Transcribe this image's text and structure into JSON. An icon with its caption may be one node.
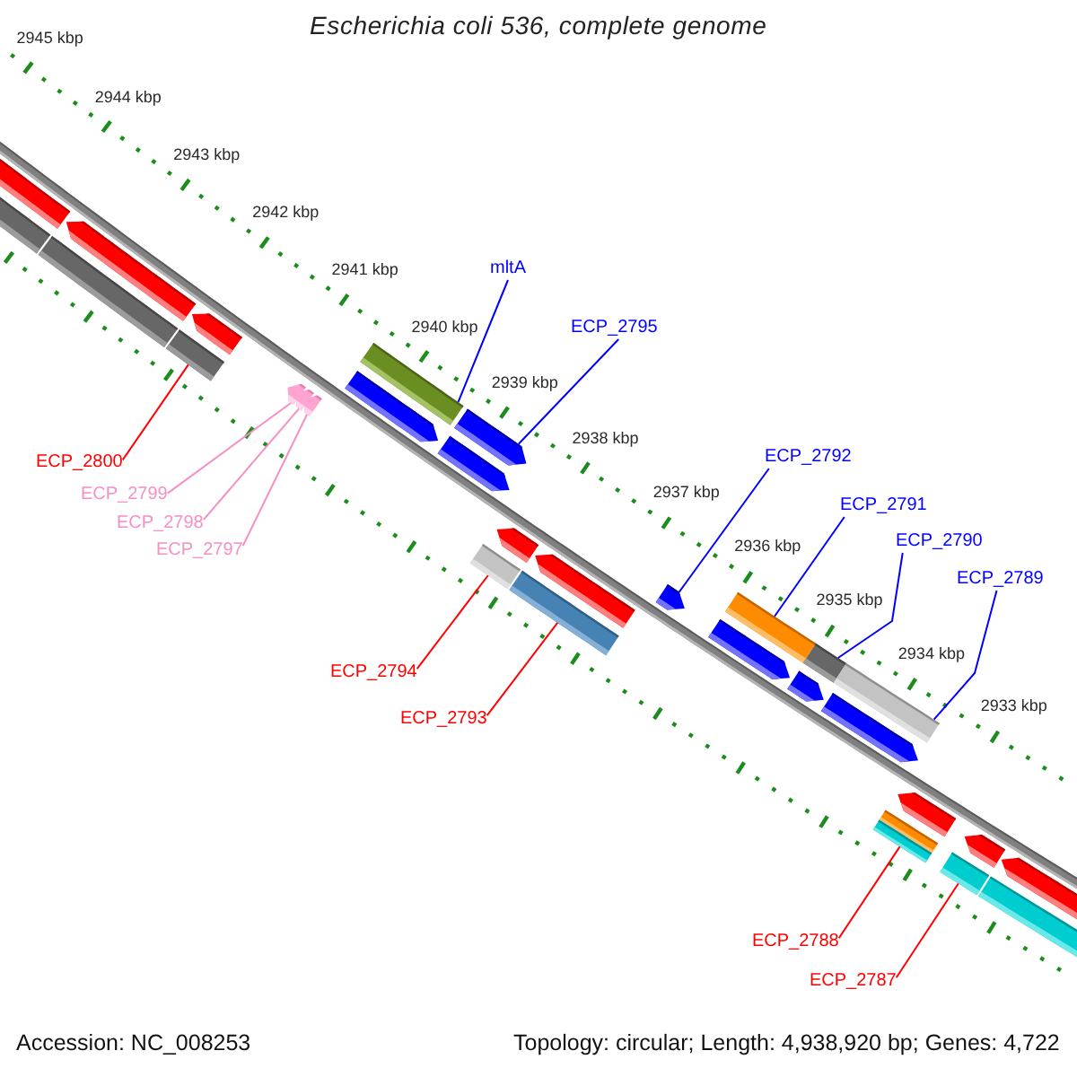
{
  "diagram": {
    "title": "Escherichia coli 536, complete genome",
    "nodes": [
      {
        "text": [
          "mltA"
        ]
      },
      {
        "text": [
          "ECP_2795"
        ]
      },
      {
        "text": [
          "ECP_2792"
        ]
      },
      {
        "text": [
          "ECP_2800"
        ]
      },
      {
        "text": [
          "ECP_2799"
        ]
      },
      {
        "text": [
          "ECP_2791"
        ]
      },
      {
        "text": [
          "ECP_2798"
        ]
      },
      {
        "text": [
          "ECP_2790"
        ]
      },
      {
        "text": [
          "ECP_2797"
        ]
      },
      {
        "text": [
          "ECP_2789"
        ]
      },
      {
        "text": [
          "ECP_2794"
        ]
      },
      {
        "text": [
          "ECP_2793"
        ]
      },
      {
        "text": [
          "ECP_2788"
        ]
      },
      {
        "text": [
          "ECP_2787"
        ]
      },
      {
        "text": [],
        "shape": "pentagon"
      },
      {
        "text": [],
        "shape": "bar"
      },
      {
        "text": [],
        "shape": "bar"
      },
      {
        "text": [],
        "shape": "pentagon"
      },
      {
        "text": [],
        "shape": "bar"
      },
      {
        "text": [],
        "shape": "pentagon"
      },
      {
        "text": [],
        "shape": "pentagon"
      },
      {
        "text": [],
        "shape": "pentagon"
      },
      {
        "text": [],
        "shape": "pentagon"
      },
      {
        "text": [],
        "shape": "bar"
      },
      {
        "text": [],
        "shape": "pentagon"
      },
      {
        "text": [],
        "shape": "pentagon"
      },
      {
        "text": [],
        "shape": "pentagon"
      },
      {
        "text": [],
        "shape": "bar"
      },
      {
        "text": [],
        "shape": "pentagon"
      },
      {
        "text": [],
        "shape": "bar"
      },
      {
        "text": [],
        "shape": "pentagon"
      },
      {
        "text": [],
        "shape": "pentagon"
      },
      {
        "text": [],
        "shape": "bar"
      },
      {
        "text": [],
        "shape": "pentagon"
      },
      {
        "text": [],
        "shape": "bar"
      },
      {
        "text": [],
        "shape": "pentagon"
      },
      {
        "text": [],
        "shape": "bar"
      },
      {
        "text": [],
        "shape": "pentagon"
      },
      {
        "text": [],
        "shape": "bar"
      },
      {
        "text": [],
        "shape": "bar"
      },
      {
        "text": [],
        "shape": "pentagon"
      },
      {
        "text": [],
        "shape": "bar"
      },
      {
        "text": [],
        "shape": "pentagon"
      },
      {
        "text": [],
        "shape": "pentagon"
      },
      {
        "text": [],
        "shape": "bar"
      }
    ],
    "edges": [
      {
        "from": 0,
        "to": 23,
        "arrow": "none"
      },
      {
        "from": 1,
        "to": 25,
        "arrow": "none"
      },
      {
        "from": 2,
        "to": 31,
        "arrow": "none"
      },
      {
        "from": 3,
        "to": 18,
        "arrow": "none",
        "color": "#ff0000"
      },
      {
        "from": 4,
        "to": 20,
        "arrow": "none",
        "color": "#f590c4"
      },
      {
        "from": 5,
        "to": 32,
        "arrow": "none"
      },
      {
        "from": 6,
        "to": 21,
        "arrow": "none",
        "color": "#f590c4"
      },
      {
        "from": 7,
        "to": 34,
        "arrow": "none"
      },
      {
        "from": 8,
        "to": 22,
        "arrow": "none",
        "color": "#f590c4"
      },
      {
        "from": 9,
        "to": 36,
        "arrow": "none"
      },
      {
        "from": 10,
        "to": 27,
        "arrow": "none",
        "color": "#ff0000"
      },
      {
        "from": 11,
        "to": 29,
        "arrow": "none",
        "color": "#ff0000"
      },
      {
        "from": 12,
        "to": 39,
        "arrow": "none",
        "color": "#ff0000"
      },
      {
        "from": 13,
        "to": 41,
        "arrow": "none",
        "color": "#ff0000"
      }
    ],
    "labels": [
      "2945 kbp",
      "2944 kbp",
      "2943 kbp",
      "2942 kbp",
      "2941 kbp",
      "2940 kbp",
      "2939 kbp",
      "2938 kbp",
      "2937 kbp",
      "2936 kbp",
      "2935 kbp",
      "2934 kbp",
      "2933 kbp",
      "Accession: NC_008253",
      "Topology: circular; Length: 4,938,920 bp; Genes: 4,722"
    ]
  }
}
